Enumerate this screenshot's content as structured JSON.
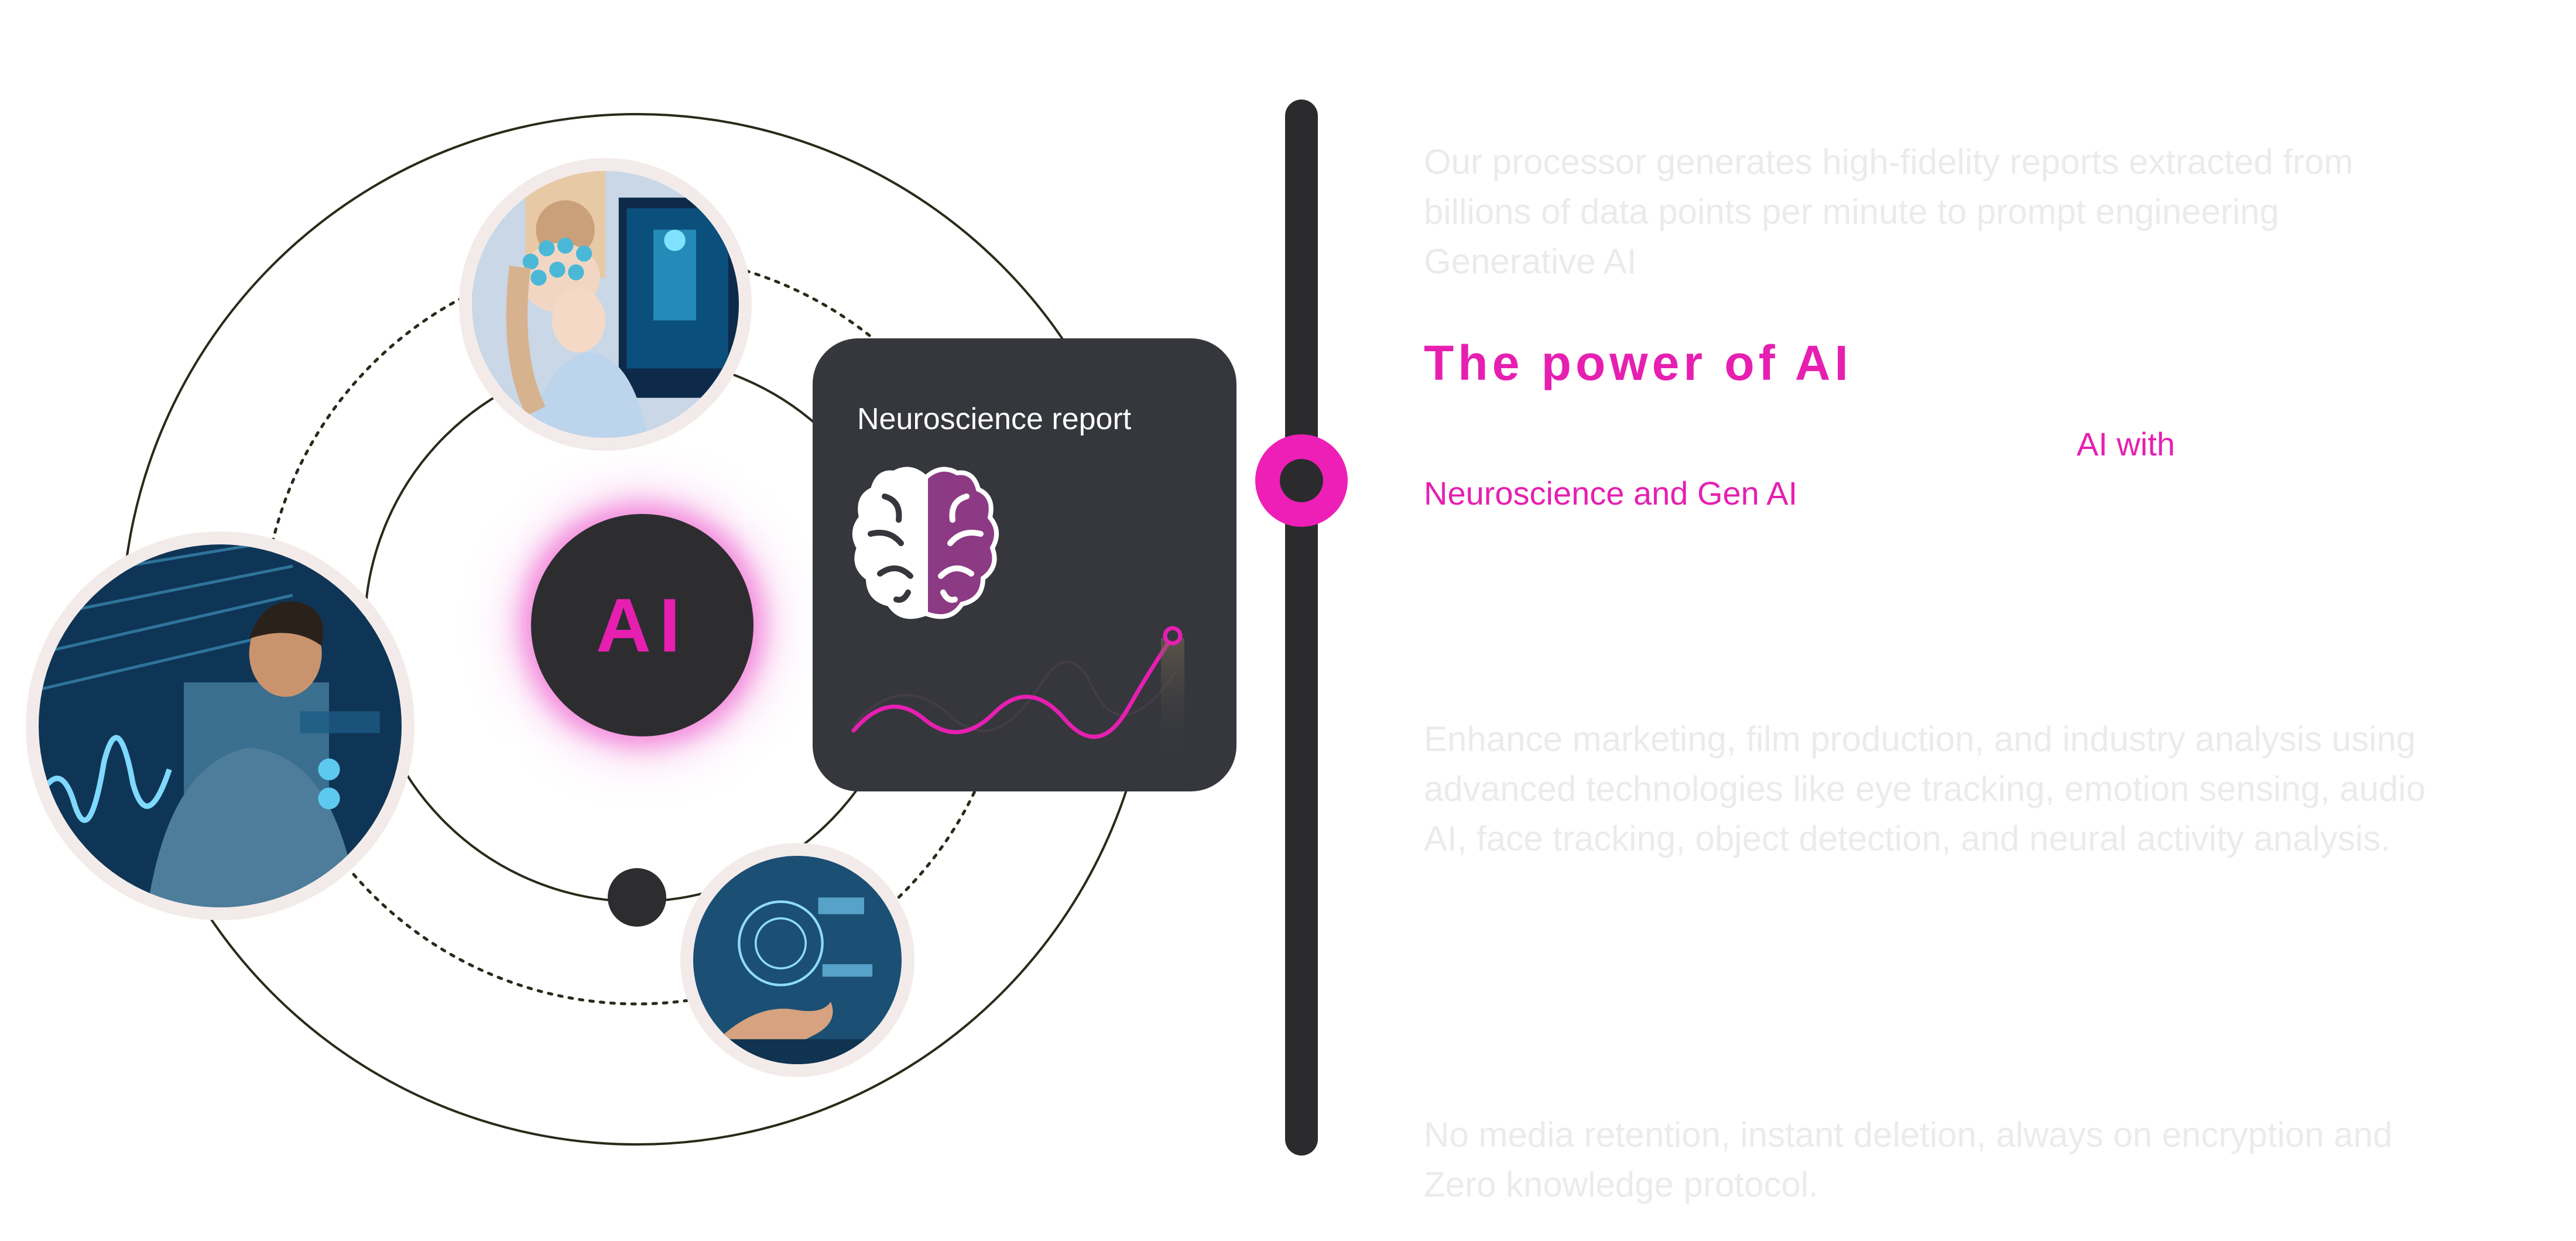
{
  "diagram": {
    "core_label": "AI",
    "card": {
      "title": "Neuroscience report"
    },
    "photos": [
      {
        "name": "eeg-headset-photo"
      },
      {
        "name": "trader-hologram-photo"
      },
      {
        "name": "ai-hand-hologram-photo"
      }
    ],
    "colors": {
      "accent": "#e61fb1",
      "dark": "#2d2d30",
      "card": "#35373d",
      "photo_border": "#f3ebea"
    }
  },
  "timeline": {
    "dot_color": "#ee1fb7",
    "track_color": "#2b2b2d"
  },
  "content": {
    "section_1": "Our processor generates  high-fidelity reports extracted from billions of data points per minute to prompt engineering Generative AI",
    "heading": "The power of AI",
    "subline_a": "AI with",
    "subline_b": "Neuroscience and Gen AI",
    "section_3": "Enhance marketing, film production, and industry analysis using advanced technologies like eye tracking, emotion sensing, audio AI, face tracking, object detection, and neural activity analysis.",
    "section_4": "No media retention, instant deletion, always on encryption and Zero knowledge protocol."
  }
}
